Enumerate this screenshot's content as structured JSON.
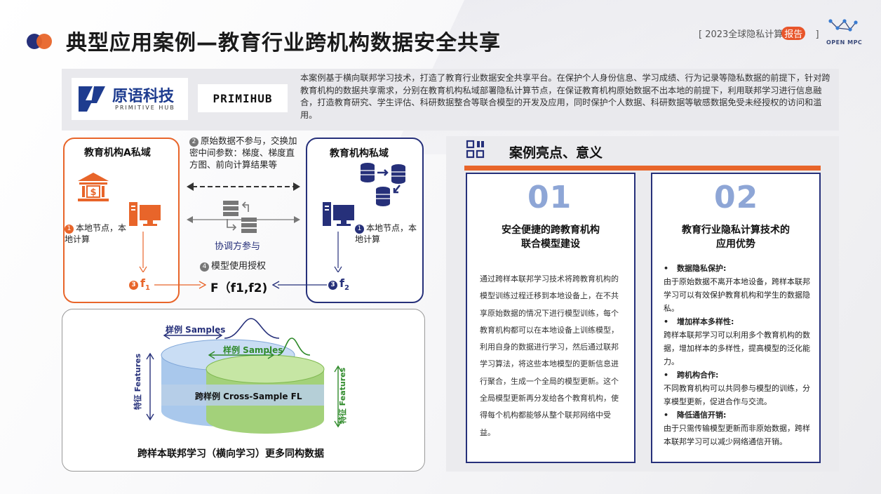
{
  "header": {
    "title": "典型应用案例—教育行业跨机构数据安全共享",
    "report_tag_prefix": "[ 2023全球隐私计算",
    "report_tag_highlight": "报告",
    "report_tag_suffix": "]",
    "brand_logo_text": "OPEN MPC"
  },
  "intro": {
    "logo_primary_name": "原语科技",
    "logo_primary_sub": "PRIMITIVE HUB",
    "logo_secondary": "PRIMIHUB",
    "description": "本案例基于横向联邦学习技术，打造了教育行业数据安全共享平台。在保护个人身份信息、学习成绩、行为记录等隐私数据的前提下，针对跨教育机构的数据共享需求，分别在教育机构私域部署隐私计算节点，在保证教育机构原始数据不出本地的前提下，利用联邦学习进行信息融合，打造教育研究、学生评估、科研数据整合等联合模型的开发及应用，同时保护个人数据、科研数据等敏感数据免受未经授权的访问和滥用。"
  },
  "flow": {
    "domain_a_title": "教育机构A私域",
    "domain_b_title": "教育机构私域",
    "step1_num": "1",
    "step1_text_a": "本地节点，本地计算",
    "step1_text_b": "本地节点，本地计算",
    "step2_num": "2",
    "step2_text": "原始数据不参与，交换加密中间参数：梯度、梯度直方图、前向计算结果等",
    "coordinator_label": "协调方参与",
    "step3_num": "3",
    "f1_label": "f",
    "f1_sub": "1",
    "f2_label": "f",
    "f2_sub": "2",
    "step4_num": "4",
    "step4_text": "模型使用授权",
    "combined_model": "F（f1,f2)"
  },
  "fl_diagram": {
    "samples_a": "样例 Samples",
    "samples_b": "样例 Samples",
    "features_a": "特征 Features",
    "features_b": "特征 Features",
    "center_label": "跨样例 Cross-Sample FL",
    "caption": "跨样本联邦学习（横向学习）更多同构数据"
  },
  "highlights": {
    "title": "案例亮点、意义",
    "cards": [
      {
        "num": "01",
        "title_line1": "安全便捷的跨教育机构",
        "title_line2": "联合模型建设",
        "body": "通过跨样本联邦学习技术将跨教育机构的模型训练过程迁移到本地设备上，在不共享原始数据的情况下进行模型训练，每个教育机构都可以在本地设备上训练模型，利用自身的数据进行学习，然后通过联邦学习算法，将这些本地模型的更新信息进行聚合，生成一个全局的模型更新。这个全局模型更新再分发给各个教育机构，使得每个机构都能够从整个联邦网络中受益。"
      },
      {
        "num": "02",
        "title_line1": "教育行业隐私计算技术的",
        "title_line2": "应用优势",
        "bullets": [
          {
            "head": "数据隐私保护:",
            "text": "由于原始数据不离开本地设备，跨样本联邦学习可以有效保护教育机构和学生的数据隐私。"
          },
          {
            "head": "增加样本多样性:",
            "text": "跨样本联邦学习可以利用多个教育机构的数据，增加样本的多样性，提高模型的泛化能力。"
          },
          {
            "head": "跨机构合作:",
            "text": "不同教育机构可以共同参与模型的训练，分享模型更新，促进合作与交流。"
          },
          {
            "head": "降低通信开销:",
            "text": "由于只需传输模型更新而非原始数据，跨样本联邦学习可以减少网络通信开销。"
          }
        ]
      }
    ]
  },
  "colors": {
    "accent_orange": "#e8652a",
    "navy": "#26307a",
    "light_blue": "#8ea6d6"
  }
}
